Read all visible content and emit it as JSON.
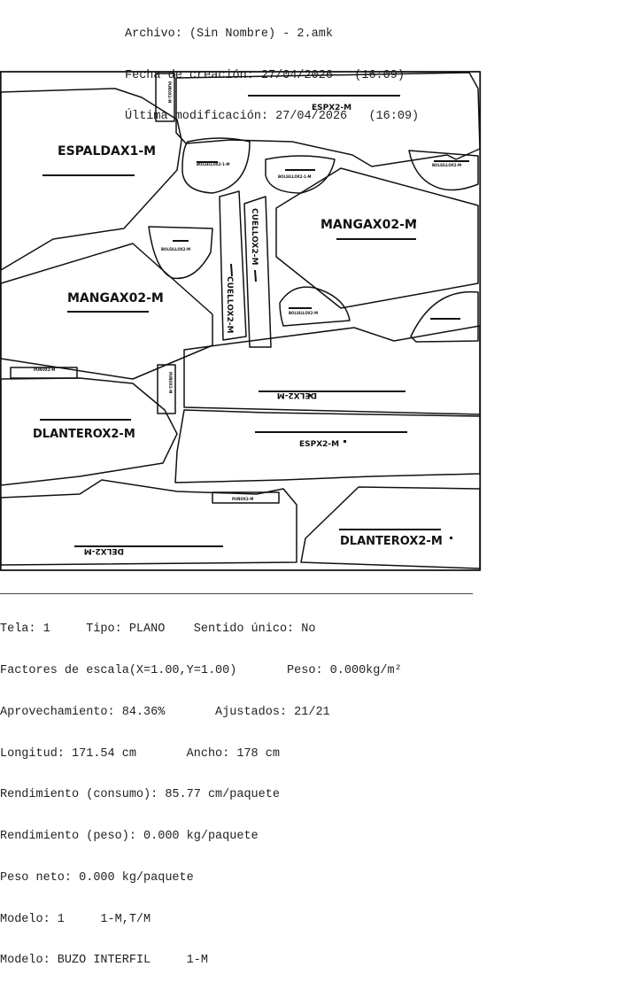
{
  "header": {
    "archivo": "Archivo: (Sin Nombre) - 2.amk",
    "creacion": "Fecha de creación: 27/04/2026   (16:09)",
    "modificacion": "Última modificación: 27/04/2026   (16:09)"
  },
  "marker": {
    "pieces": {
      "espx2_top": "ESPX2-M",
      "espaldax1": "ESPALDAX1-M",
      "mangax02_right": "MANGAX02-M",
      "mangax02_left": "MANGAX02-M",
      "cuellox2_a": "CUELLOX2-M",
      "cuellox2_b": "CUELLOX2-M",
      "dlanterox2_left": "DLANTEROX2-M",
      "delx2_mid": "DELX2-M",
      "espx2_mid": "ESPX2-M",
      "delx2_bottom": "DELX2-M",
      "dlanterox2_right": "DLANTEROX2-M"
    },
    "small_labels": {
      "bolsillo_a": "BOLSILLOX2-1-M",
      "bolsillo_b": "BOLSILLOX2-1-M",
      "bolsillo_c": "BOLSILLOX2-M",
      "bolsillo_d": "BOLSILLOX2-M",
      "bolsillo_e": "BOLSILLOX2-M",
      "strip_a": "PUÑOX2-M",
      "strip_b": "PUÑOX2-M",
      "strip_c": "PUÑOX2-M",
      "strip_d": "PUÑOX2-M"
    }
  },
  "info": {
    "l1": "Tela: 1     Tipo: PLANO    Sentido único: No",
    "l2": "Factores de escala(X=1.00,Y=1.00)       Peso: 0.000kg/m²",
    "l3": "Aprovechamiento: 84.36%       Ajustados: 21/21",
    "l4": "Longitud: 171.54 cm       Ancho: 178 cm",
    "l5": "Rendimiento (consumo): 85.77 cm/paquete",
    "l6": "Rendimiento (peso): 0.000 kg/paquete",
    "l7": "Peso neto: 0.000 kg/paquete",
    "l8": "Modelo: 1     1-M,T/M",
    "l9": "Modelo: BUZO INTERFIL     1-M"
  }
}
